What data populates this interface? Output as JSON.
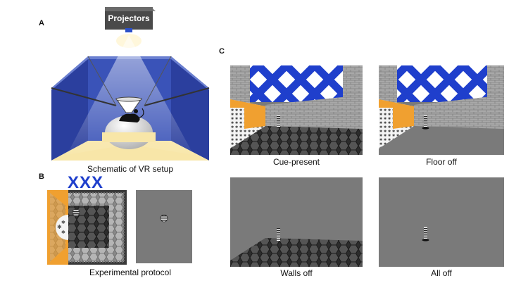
{
  "panels": {
    "a": {
      "letter": "A",
      "projector_label": "Projectors",
      "caption": "Schematic of VR setup"
    },
    "b": {
      "letter": "B",
      "cross_marks": "XXX",
      "caption": "Experimental protocol"
    },
    "c": {
      "letter": "C",
      "scenes": [
        {
          "caption": "Cue-present",
          "walls": true,
          "floor": true
        },
        {
          "caption": "Floor off",
          "walls": true,
          "floor": false
        },
        {
          "caption": "Walls off",
          "walls": false,
          "floor": true
        },
        {
          "caption": "All off",
          "walls": false,
          "floor": false
        }
      ]
    }
  },
  "colors": {
    "wall_blue": "#2b3f9e",
    "floor_yellow": "#f8e6a8",
    "cross_blue": "#1f3fcc",
    "orange_wall": "#f0a030",
    "brick_gray": "#9a9a9a",
    "scene_gray": "#7a7a7a"
  }
}
